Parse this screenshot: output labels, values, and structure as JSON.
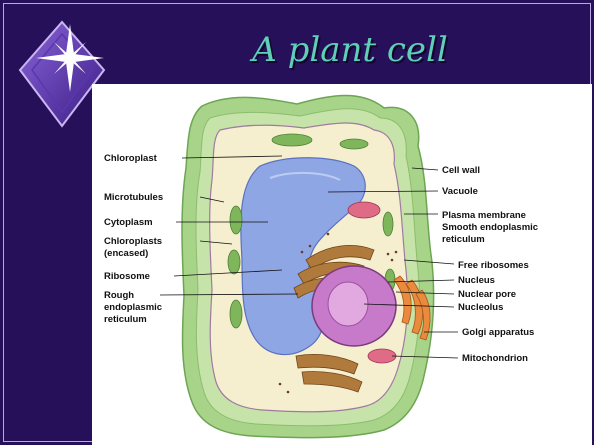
{
  "slide": {
    "title": "A plant cell"
  },
  "colors": {
    "background": "#27105a",
    "title": "#5fd0b7",
    "cell_wall": "#9ccd7c",
    "vacuole": "#8fa6e4",
    "nucleus": "#c77ac9",
    "golgi": "#e98a3c",
    "chloroplast": "#7fb65c",
    "cytoplasm": "#f6efcf"
  },
  "labels": {
    "left": {
      "chloroplast": "Chloroplast",
      "microtubules": "Microtubules",
      "cytoplasm": "Cytoplasm",
      "chloroplasts_encased_1": "Chloroplasts",
      "chloroplasts_encased_2": "(encased)",
      "ribosome": "Ribosome",
      "rough_er_1": "Rough",
      "rough_er_2": "endoplasmic",
      "rough_er_3": "reticulum"
    },
    "right": {
      "cell_wall": "Cell wall",
      "vacuole": "Vacuole",
      "plasma_membrane": "Plasma membrane",
      "smooth_er_1": "Smooth endoplasmic",
      "smooth_er_2": "reticulum",
      "free_ribosomes": "Free ribosomes",
      "nucleus": "Nucleus",
      "nuclear_pore": "Nuclear pore",
      "nucleolus": "Nucleolus",
      "golgi": "Golgi apparatus",
      "mitochondrion": "Mitochondrion"
    }
  },
  "icons": {
    "emblem": "star-diamond-icon"
  }
}
